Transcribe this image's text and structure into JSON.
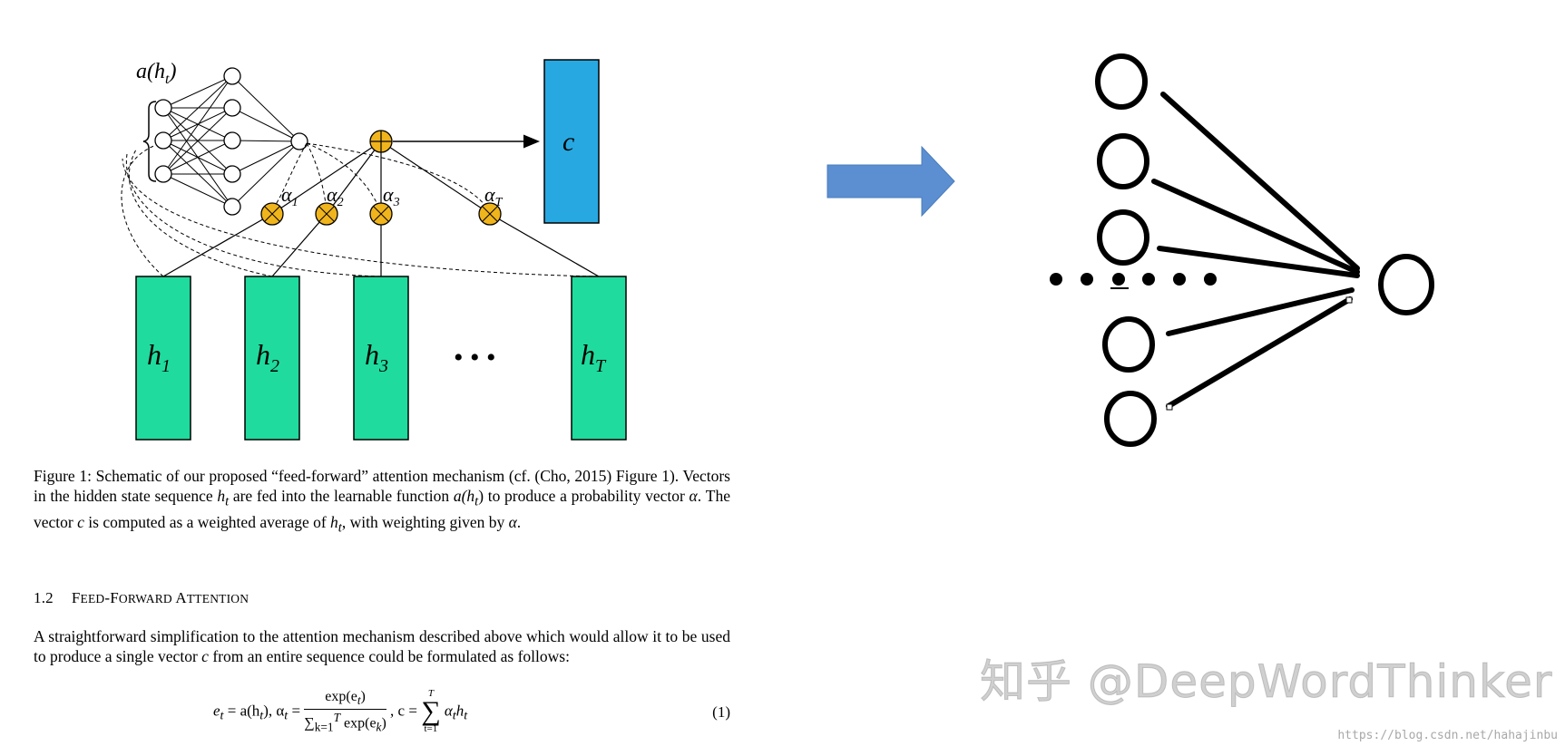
{
  "figure": {
    "input_label": "a(h",
    "input_label_sub": "t",
    "input_label_close": ")",
    "context_label": "c",
    "alpha_labels": [
      {
        "base": "α",
        "sub": "1"
      },
      {
        "base": "α",
        "sub": "2"
      },
      {
        "base": "α",
        "sub": "3"
      },
      {
        "base": "α",
        "sub": "T"
      }
    ],
    "hidden_labels": [
      {
        "base": "h",
        "sub": "1"
      },
      {
        "base": "h",
        "sub": "2"
      },
      {
        "base": "h",
        "sub": "3"
      },
      {
        "base": "h",
        "sub": "T"
      }
    ],
    "ellipsis": "• • •",
    "colors": {
      "hidden_box": "#1fdb9d",
      "context_box": "#28a8e0",
      "operator": "#f0b41c",
      "arrow_blue": "#5b8fd1"
    }
  },
  "caption": {
    "p1": "Figure 1: Schematic of our proposed “feed-forward” attention mechanism (cf. (Cho, 2015) Figure 1). Vectors in the hidden state sequence ",
    "v1": "h",
    "v1_sub": "t",
    "p2": " are fed into the learnable function ",
    "v2": "a(h",
    "v2_sub": "t",
    "v2_close": ")",
    "p3": " to produce a probability vector ",
    "v3": "α",
    "p4": ". The vector ",
    "v4": "c",
    "p5": " is computed as a weighted average of ",
    "v5": "h",
    "v5_sub": "t",
    "p6": ", with weighting given by ",
    "v6": "α",
    "p7": "."
  },
  "section": {
    "number": "1.2",
    "title_f": "F",
    "title_rest1": "EED",
    "title_dash": "-F",
    "title_rest2": "ORWARD",
    "title_a": " A",
    "title_rest3": "TTENTION"
  },
  "paragraph": {
    "p1": "A straightforward simplification to the attention mechanism described above which would allow it to be used to produce a single vector ",
    "v1": "c",
    "p2": " from an entire sequence could be formulated as follows:"
  },
  "equation": {
    "lhs": "e",
    "lhs_sub": "t",
    "eq1": " = a(h",
    "eq1_sub": "t",
    "eq1_close": "), α",
    "eq1_alpha_sub": "t",
    "eq1_eq": " = ",
    "frac_top": "exp(e",
    "frac_top_sub": "t",
    "frac_top_close": ")",
    "frac_bot": "∑",
    "frac_bot_lim": "k=1",
    "frac_bot_sup": "T",
    "frac_bot_rest": " exp(e",
    "frac_bot_sub": "k",
    "frac_bot_close": ")",
    "c_part": ", c = ",
    "sum_top": "T",
    "sum_sigma": "∑",
    "sum_bot": "t=1",
    "sum_rest": " α",
    "sum_rest_sub": "t",
    "sum_rest_h": "h",
    "sum_rest_hsub": "t",
    "number": "(1)"
  },
  "watermark": "知乎 @DeepWordThinker",
  "url": "https://blog.csdn.net/hahajinbu",
  "right_diagram": {
    "dots": "• • • • • •"
  }
}
